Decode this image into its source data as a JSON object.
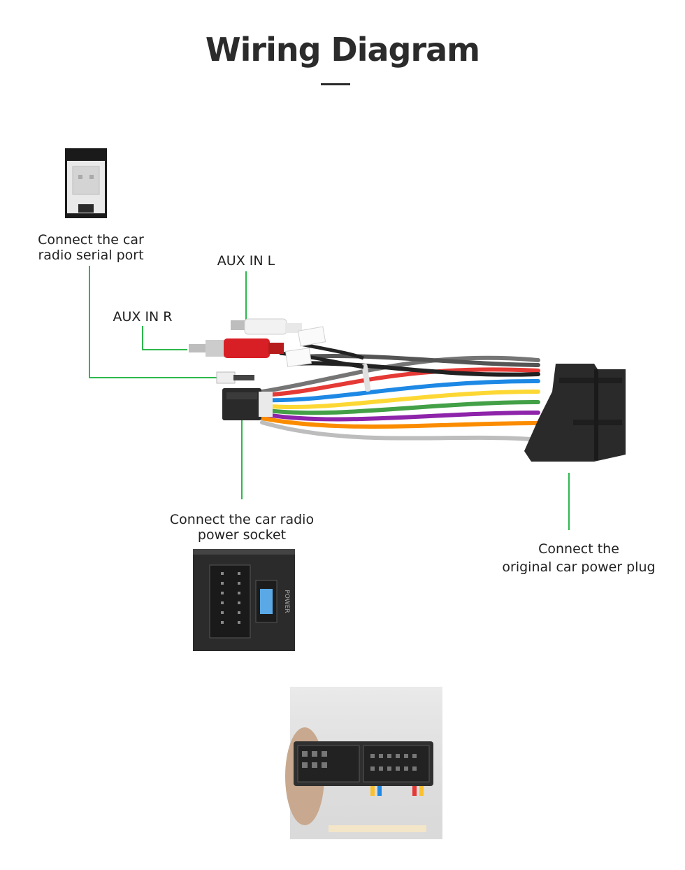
{
  "title": "Wiring Diagram",
  "labels": {
    "serial_port": [
      "Connect the car",
      "radio  serial port"
    ],
    "aux_l": "AUX IN L",
    "aux_r": "AUX IN R",
    "power_socket": [
      "Connect the car radio",
      "power socket"
    ],
    "power_plug": [
      "Connect the",
      "original car power plug"
    ]
  },
  "photo_text": {
    "socket_mark": "POWER"
  },
  "colors": {
    "leader_line": "#2db84d",
    "connector": "#2a2a2a",
    "rca_red": "#d81f26",
    "rca_white": "#f2f2f2"
  },
  "icons": [
    "serial-port-photo",
    "power-socket-photo",
    "car-plug-photo",
    "harness-illustration"
  ]
}
